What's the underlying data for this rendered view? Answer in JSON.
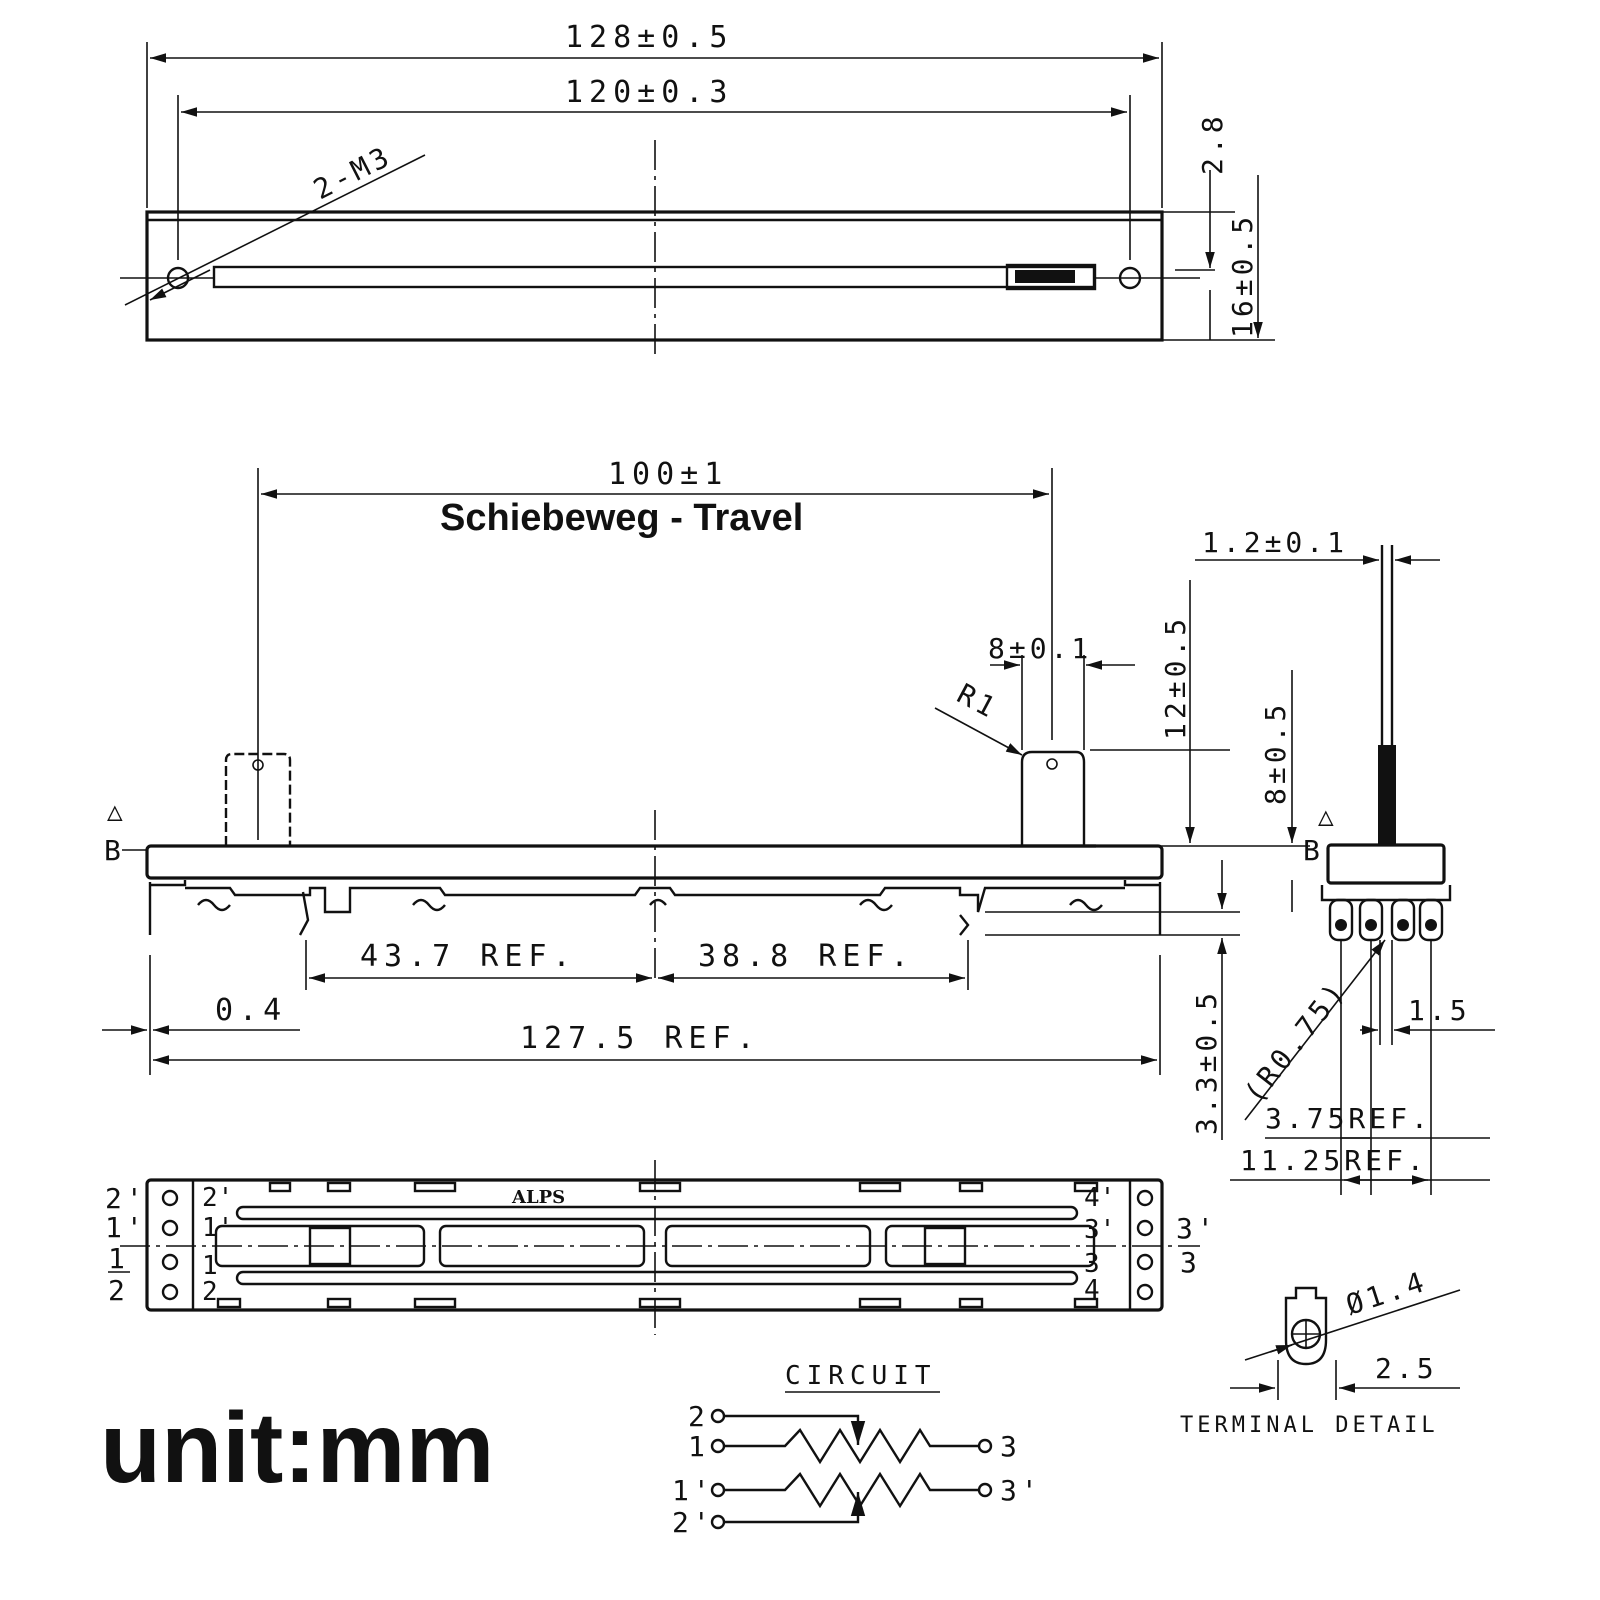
{
  "top_view": {
    "overall_length": "128±0.5",
    "mount_spacing": "120±0.3",
    "mount_screws": "2-M3",
    "height_offset": "2.8",
    "width": "16±0.5"
  },
  "side_view": {
    "travel_dim": "100±1",
    "travel_caption": "Schiebeweg - Travel",
    "knob_width": "8±0.1",
    "knob_radius": "R1",
    "ref_left": "43.7 REF.",
    "ref_right": "38.8 REF.",
    "offset": "0.4",
    "body_length": "127.5 REF.",
    "datum": "B",
    "datum_symbol": "△"
  },
  "end_view": {
    "shaft_thickness": "1.2±0.1",
    "shaft_height": "12±0.5",
    "lever_height": "8±0.5",
    "terminal_height": "3.3±0.5",
    "terminal_radius": "(R0.75)",
    "pitch": "1.5",
    "ref_inner": "3.75REF.",
    "ref_outer": "11.25REF.",
    "datum": "B",
    "datum_symbol": "△"
  },
  "bottom_view": {
    "brand": "ALPS",
    "left_pins": [
      "2'",
      "1'",
      "1",
      "2"
    ],
    "left_inner": [
      "2'",
      "1'",
      "1",
      "2"
    ],
    "right_inner": [
      "4'",
      "3'",
      "3",
      "4"
    ],
    "right_pins": [
      "3'",
      "3"
    ]
  },
  "circuit": {
    "heading": "CIRCUIT",
    "upper_terminals": [
      "2",
      "1",
      "3"
    ],
    "lower_terminals": [
      "1'",
      "2'",
      "3'"
    ]
  },
  "terminal_detail": {
    "heading": "TERMINAL DETAIL",
    "hole_diameter": "Ø1.4",
    "width": "2.5"
  },
  "unit_label": "unit:mm"
}
